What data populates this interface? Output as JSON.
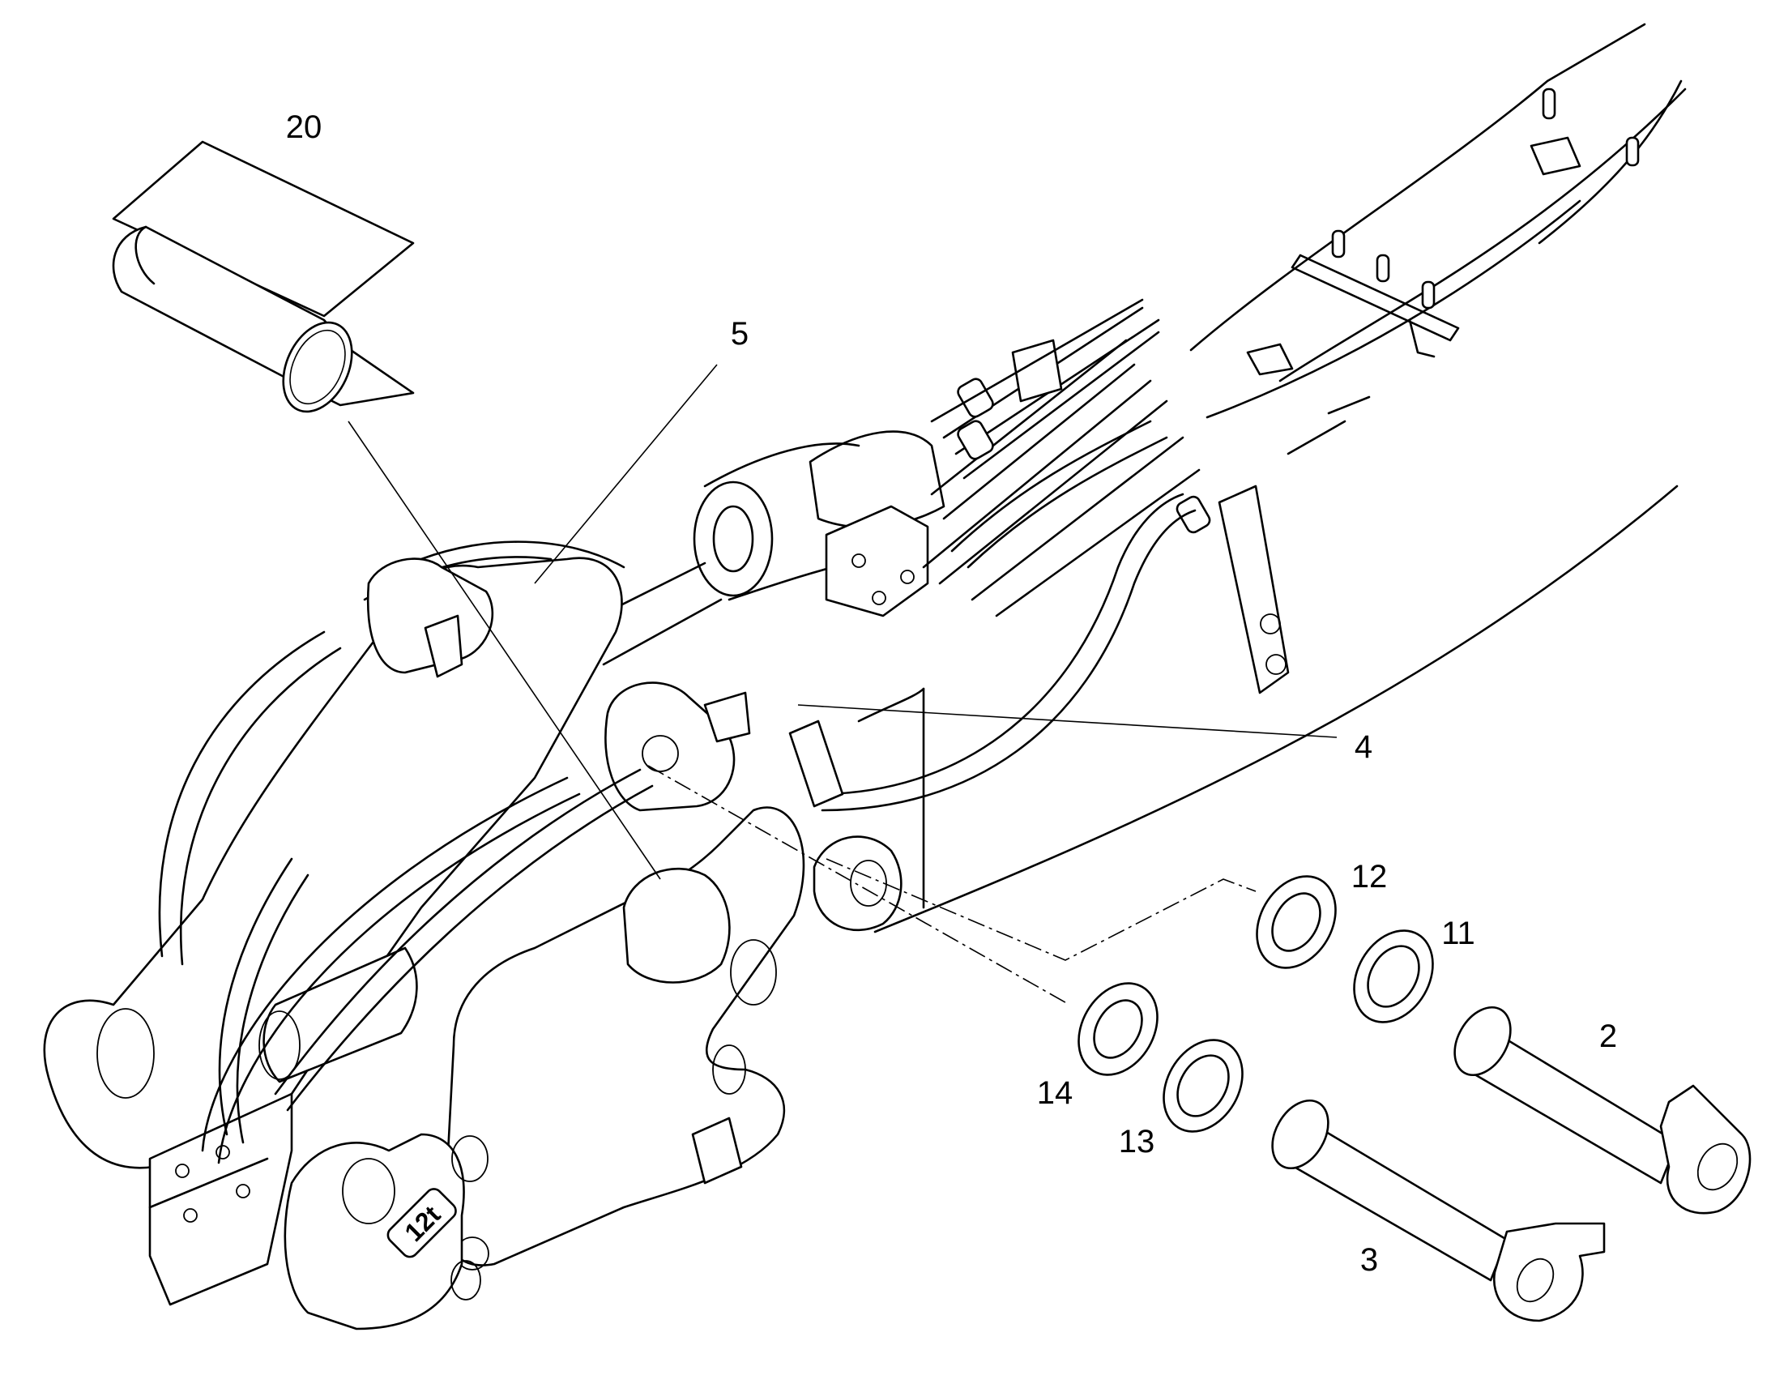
{
  "callouts": {
    "c20": "20",
    "c5": "5",
    "c4": "4",
    "c12": "12",
    "c11": "11",
    "c2": "2",
    "c14": "14",
    "c13": "13",
    "c3": "3"
  },
  "stamp": "12t"
}
